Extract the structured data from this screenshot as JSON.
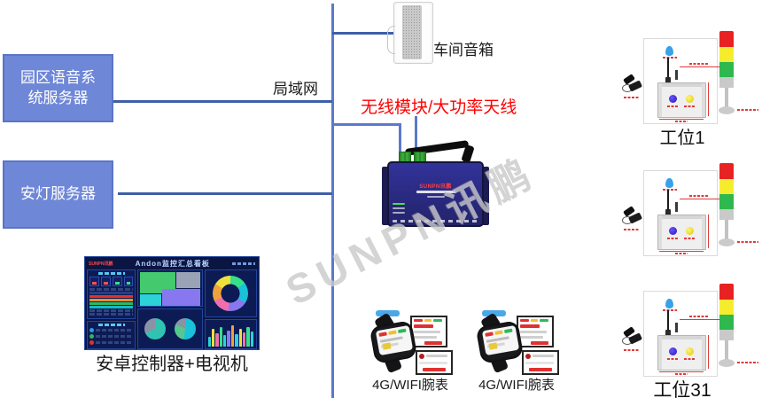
{
  "servers": {
    "campus": "园区语音系统服务器",
    "andon": "安灯服务器"
  },
  "labels": {
    "lan": "局域网",
    "speaker": "车间音箱",
    "wireless": "无线模块/大功率天线",
    "controller": "安卓控制器+电视机"
  },
  "device": {
    "brand": "SUNPN讯鹏"
  },
  "dashboard": {
    "brand": "SUNPN讯鹏",
    "title": "Andon监控汇总看板"
  },
  "watches": [
    {
      "label": "4G/WIFI腕表"
    },
    {
      "label": "4G/WIFI腕表"
    }
  ],
  "stations": [
    {
      "label": "工位1"
    },
    {
      "label": ""
    },
    {
      "label": "工位31"
    }
  ],
  "watermark": {
    "text": "SUNPN讯鹏"
  },
  "colors": {
    "box_fill": "#6f87d7",
    "box_border": "#5a74c6",
    "line": "#3d5fa6",
    "accent_red": "#fe0000",
    "tower_red": "#e82222",
    "tower_yellow": "#f5ec2e",
    "tower_green": "#2eb84e"
  }
}
